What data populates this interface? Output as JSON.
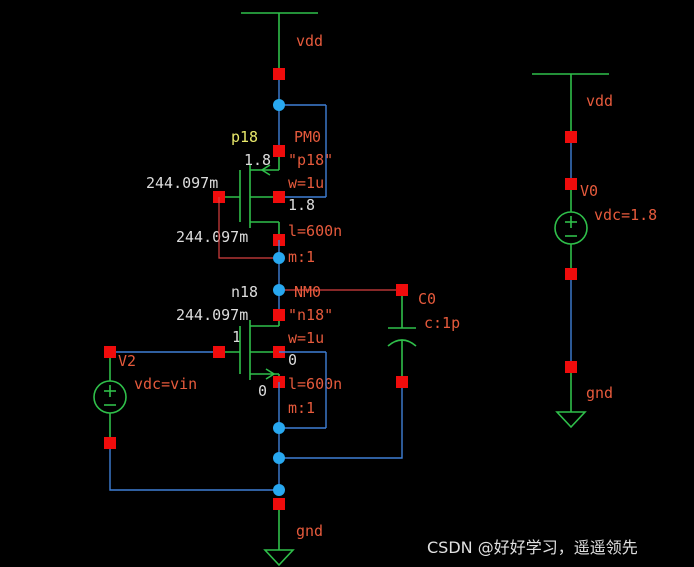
{
  "schematic": {
    "net_vdd": "vdd",
    "net_gnd": "gnd",
    "pmos": {
      "inst_name": "PM0",
      "model_quoted": "\"p18\"",
      "model_tag": "p18",
      "w": "w=1u",
      "l": "l=600n",
      "m": "m:1",
      "v_top": "1.8",
      "v_bulk": "1.8",
      "v_gate": "244.097m",
      "v_drain": "244.097m"
    },
    "nmos": {
      "inst_name": "NM0",
      "model_quoted": "\"n18\"",
      "model_tag": "n18",
      "w": "w=1u",
      "l": "l=600n",
      "m": "m:1",
      "v_drain": "244.097m",
      "v_gate": "1",
      "v_bulk": "0",
      "v_source": "0"
    },
    "cap": {
      "inst_name": "C0",
      "value": "c:1p"
    },
    "vsrc_in": {
      "inst_name": "V2",
      "value": "vdc=vin"
    },
    "vsrc_dd": {
      "inst_name": "V0",
      "value": "vdc=1.8"
    }
  },
  "watermark": "CSDN @好好学习，遥遥领先",
  "colors": {
    "background": "#000000",
    "device": "#2fbf4a",
    "wire": "#3f7fd6",
    "pin": "#f00c0c",
    "node": "#28a8f0",
    "label_red": "#e65a3c",
    "label_yellow": "#e8e86a"
  }
}
